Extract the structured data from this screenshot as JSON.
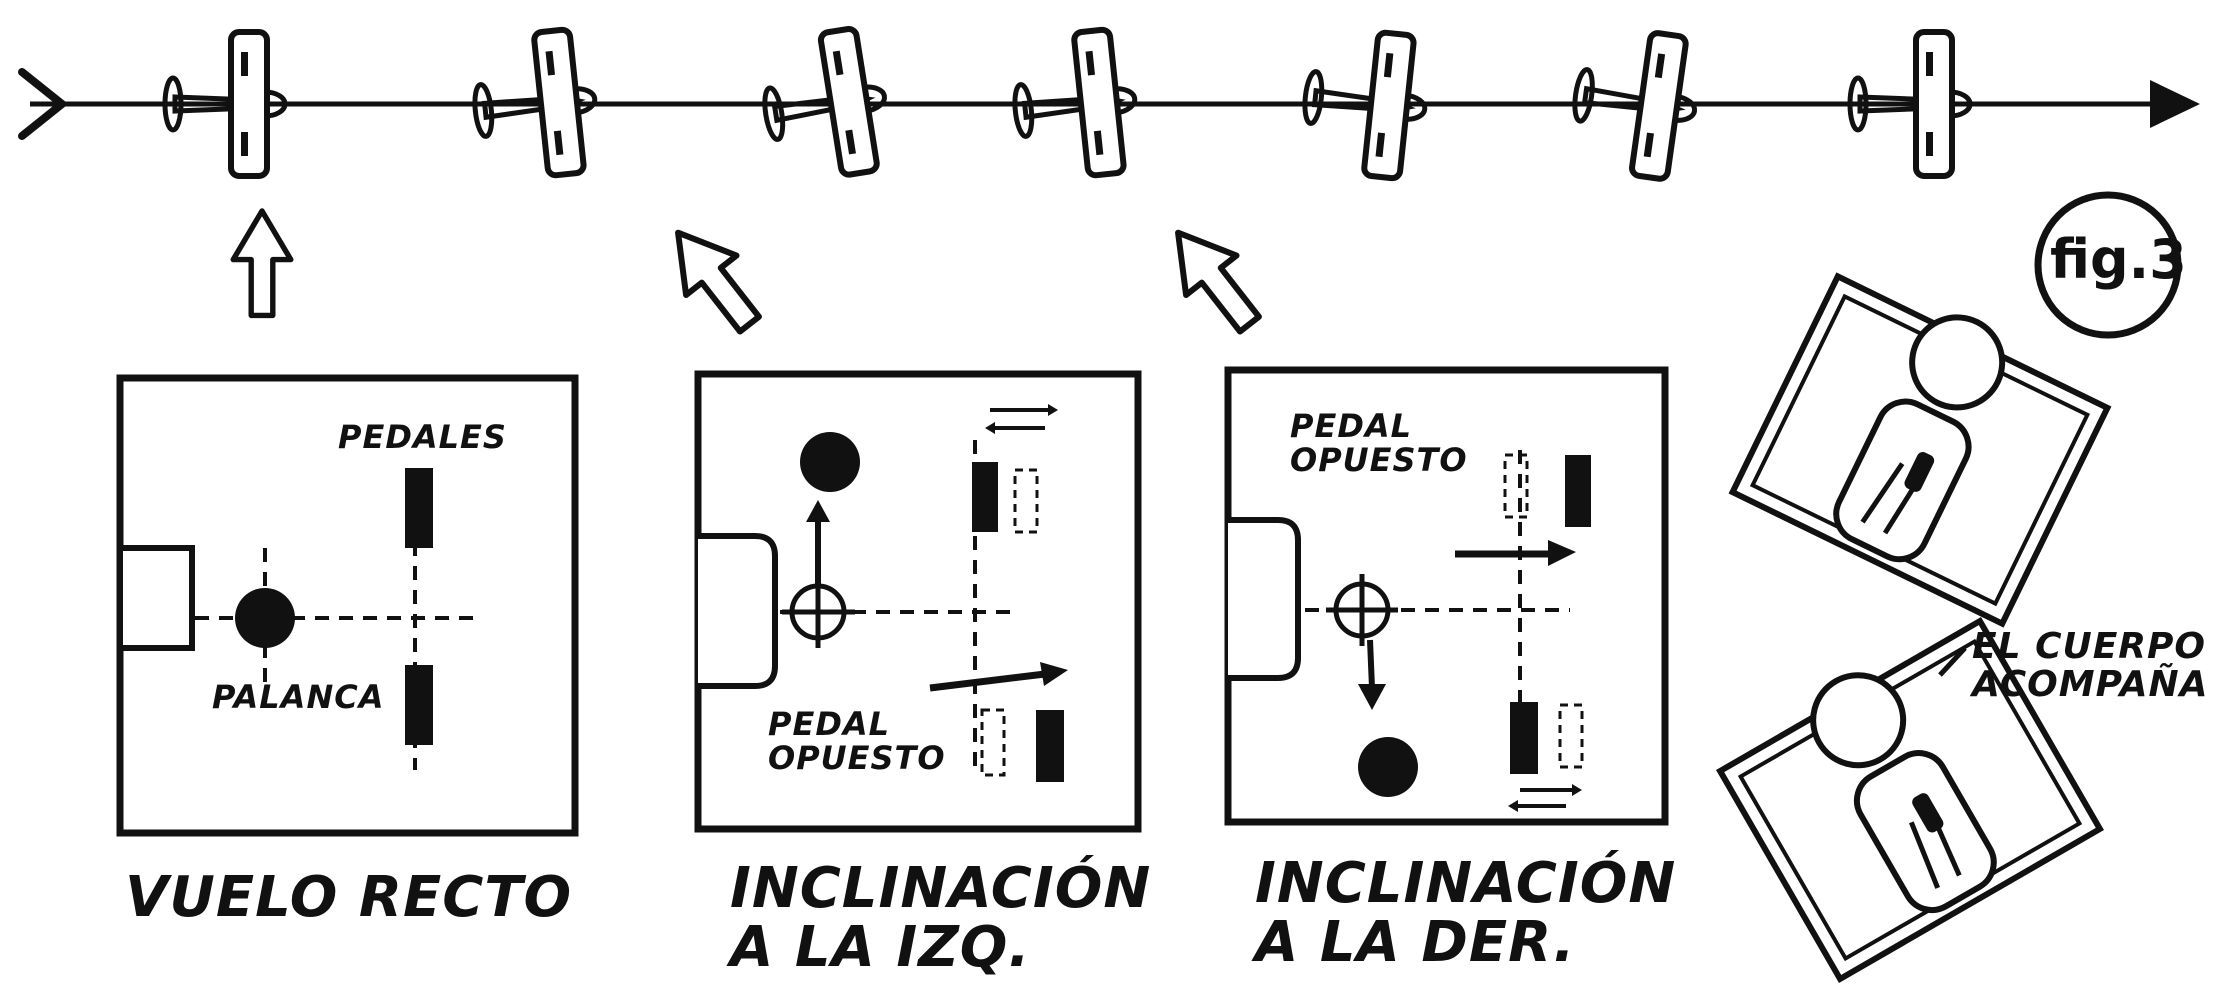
{
  "figure_label": "fig.3",
  "panels": [
    {
      "id": "straight",
      "caption": [
        "VUELO RECTO"
      ],
      "top_label": "PEDALES",
      "bottom_label": "PALANCA"
    },
    {
      "id": "bank-left",
      "caption": [
        "INCLINACIÓN",
        "A LA IZQ."
      ],
      "bottom_label": [
        "PEDAL",
        "OPUESTO"
      ]
    },
    {
      "id": "bank-right",
      "caption": [
        "INCLINACIÓN",
        "A LA DER."
      ],
      "top_label": [
        "PEDAL",
        "OPUESTO"
      ]
    }
  ],
  "pilot_note": [
    "EL CUERPO",
    "ACOMPAÑA"
  ],
  "colors": {
    "ink": "#111111",
    "paper": "#ffffff"
  },
  "icons": [
    "biplane-icon",
    "direction-arrow-icon",
    "stick-icon",
    "pedal-icon",
    "pilot-icon"
  ]
}
